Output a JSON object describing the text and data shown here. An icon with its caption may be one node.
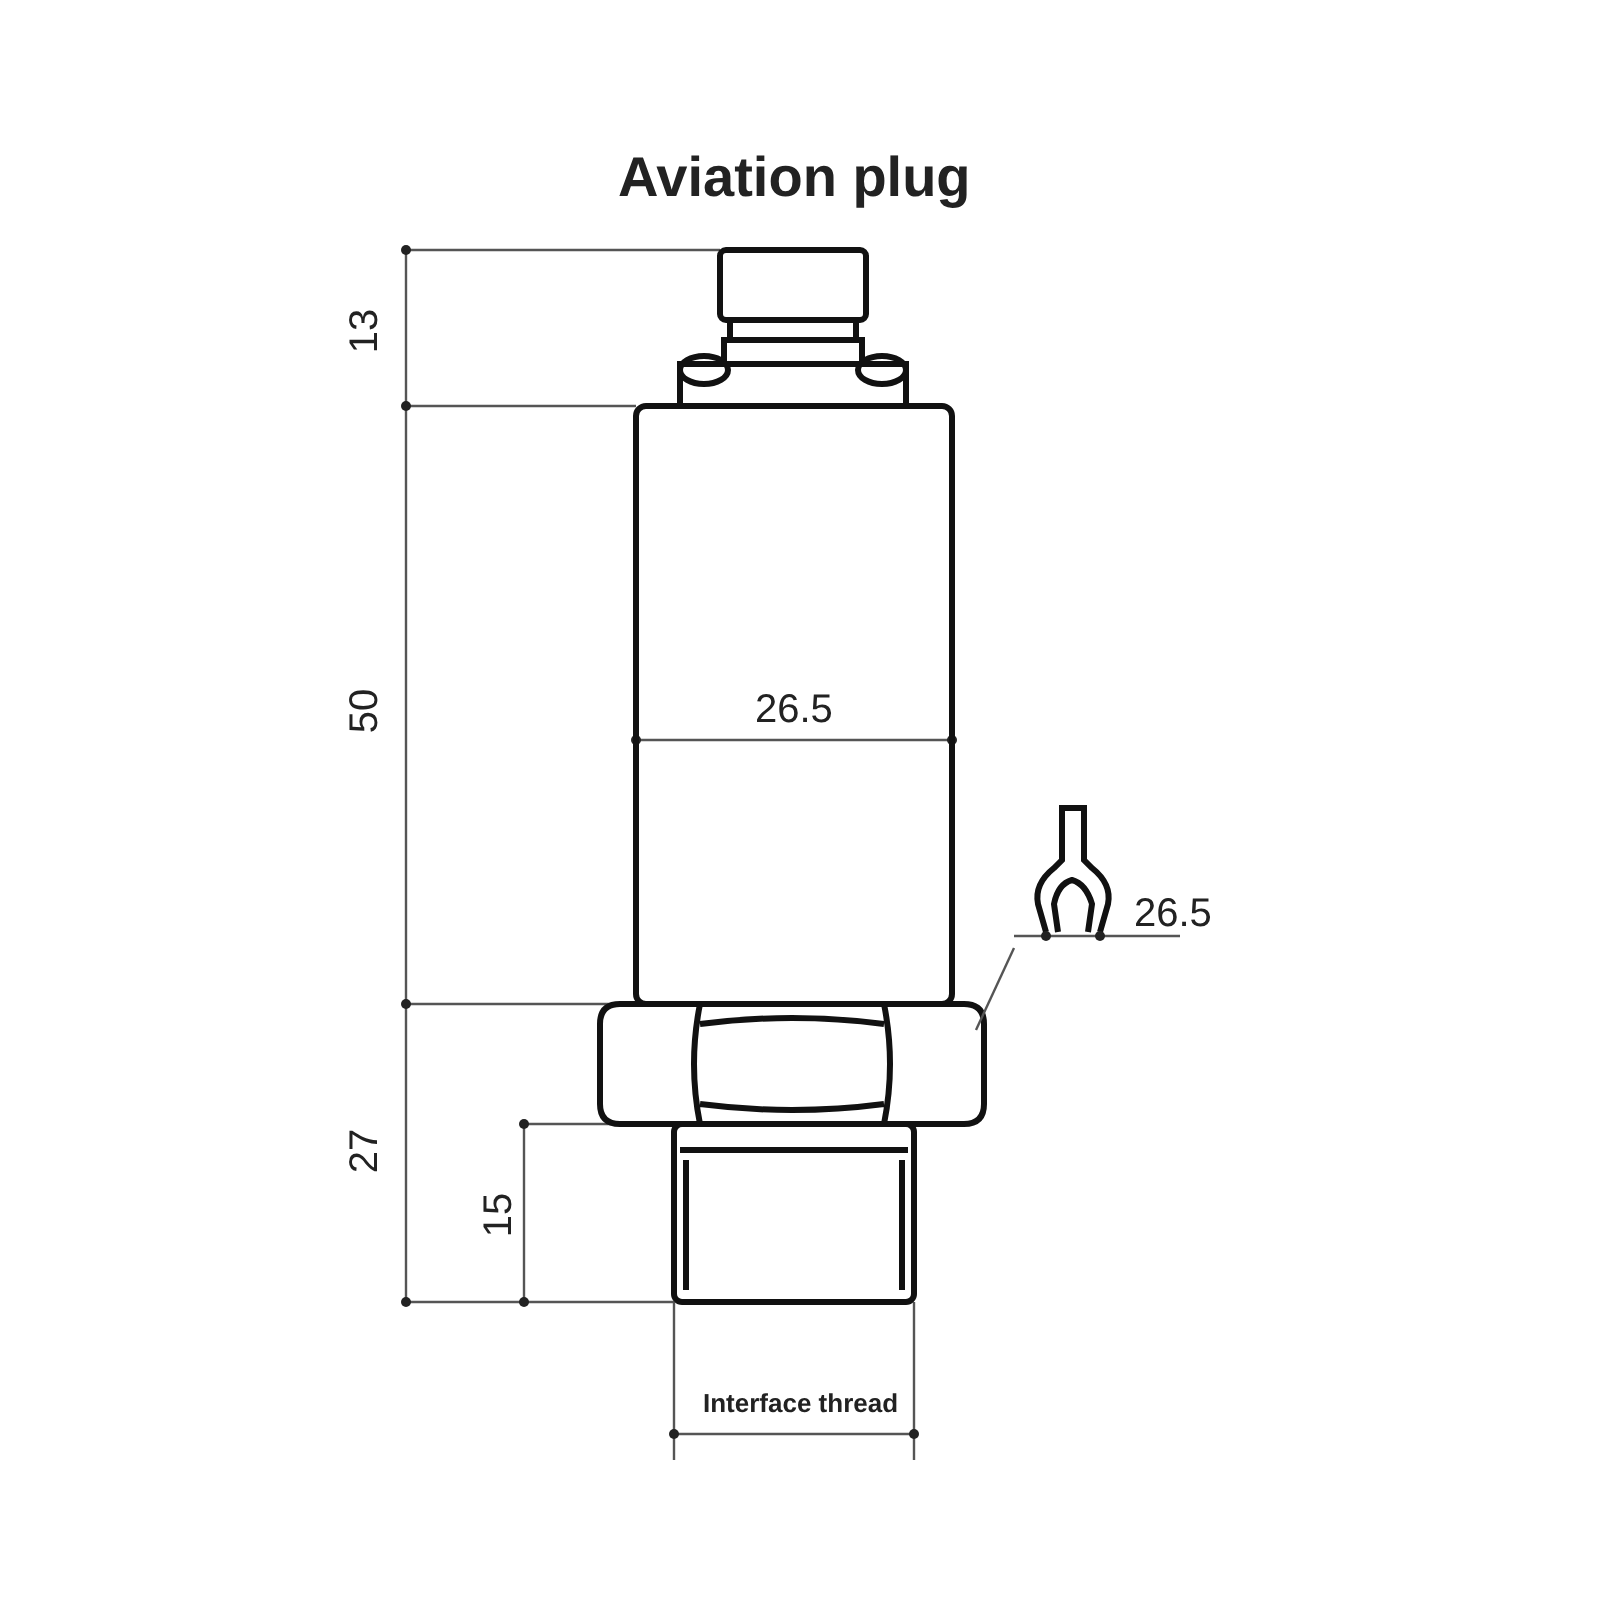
{
  "diagram": {
    "title": "Aviation plug",
    "nodes": [
      {
        "text": [
          "26.5"
        ]
      },
      {
        "text": [],
        "shape": "picture"
      }
    ],
    "edges": [
      {
        "from": 0,
        "to": 1,
        "arrow": "none"
      }
    ],
    "labels": [
      "13",
      "50",
      "26.5",
      "27",
      "15",
      "Interface thread"
    ]
  }
}
